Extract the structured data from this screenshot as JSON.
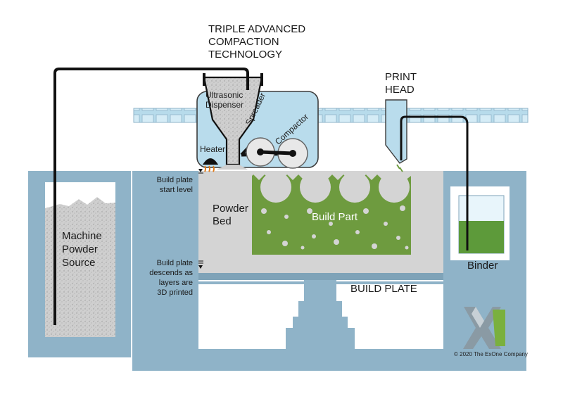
{
  "labels": {
    "triple_line1": "TRIPLE ADVANCED",
    "triple_line2": "COMPACTION",
    "triple_line3": "TECHNOLOGY",
    "print_head_line1": "PRINT",
    "print_head_line2": "HEAD",
    "ultrasonic_line1": "Ultrasonic",
    "ultrasonic_line2": "Dispenser",
    "spreader": "Spreader",
    "compactor": "Compactor",
    "heater": "Heater",
    "build_plate_start_line1": "Build plate",
    "build_plate_start_line2": "start level",
    "powder_bed_line1": "Powder",
    "powder_bed_line2": "Bed",
    "build_part": "Build Part",
    "machine_powder_line1": "Machine",
    "machine_powder_line2": "Powder",
    "machine_powder_line3": "Source",
    "descends_line1": "Build plate",
    "descends_line2": "descends as",
    "descends_line3": "layers are",
    "descends_line4": "3D printed",
    "binder": "Binder",
    "build_plate": "BUILD PLATE",
    "copyright": "© 2020 The ExOne Company"
  },
  "colors": {
    "frame": "#8fb3c8",
    "rail": "#b9dcec",
    "powder": "#d0d0d0",
    "build_part": "#6e9b3f",
    "binder": "#5d9a3a",
    "tube": "#111111",
    "heater": "#e07b1a"
  },
  "icons": [
    "exone-logo",
    "heater-icon",
    "arrow-up-icon",
    "arrow-down-icon"
  ]
}
